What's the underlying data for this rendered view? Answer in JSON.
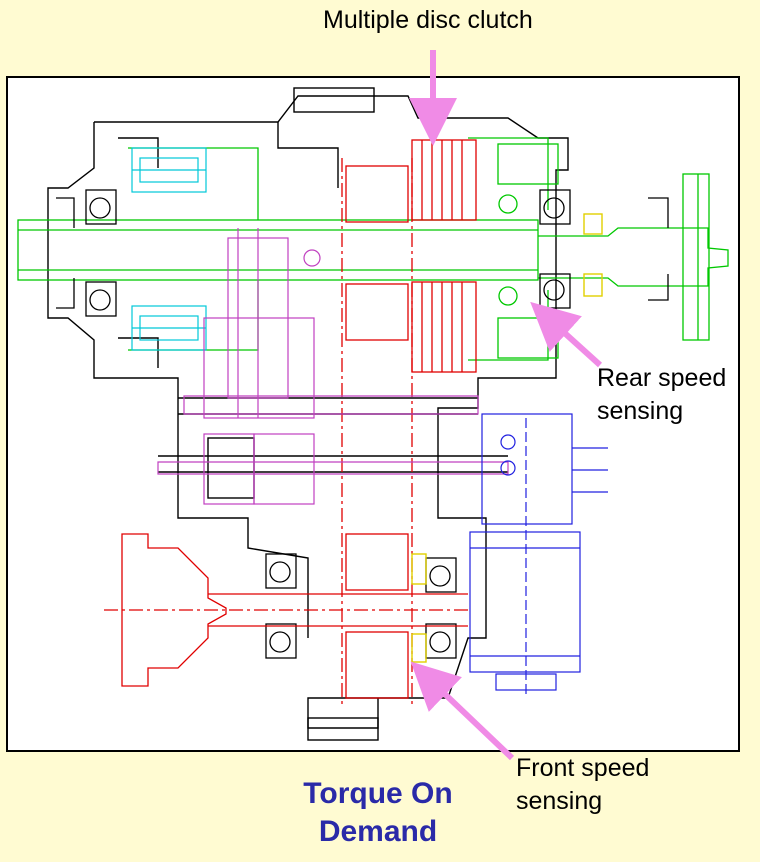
{
  "labels": {
    "clutch": "Multiple disc clutch",
    "rear_line1": "Rear speed",
    "rear_line2": "sensing",
    "front_line1": "Front speed",
    "front_line2": "sensing"
  },
  "title": {
    "line1": "Torque On",
    "line2": "Demand"
  },
  "colors": {
    "background": "#fffbd2",
    "arrow": "#f08be6",
    "title": "#2a2aa8",
    "housing": "#000000",
    "main_shaft": "#00c800",
    "gears": "#c040c0",
    "front_output": "#e00000",
    "actuator": "#2020e0",
    "bearing_cyan": "#00c8d8",
    "sensor": "#e0d000"
  }
}
